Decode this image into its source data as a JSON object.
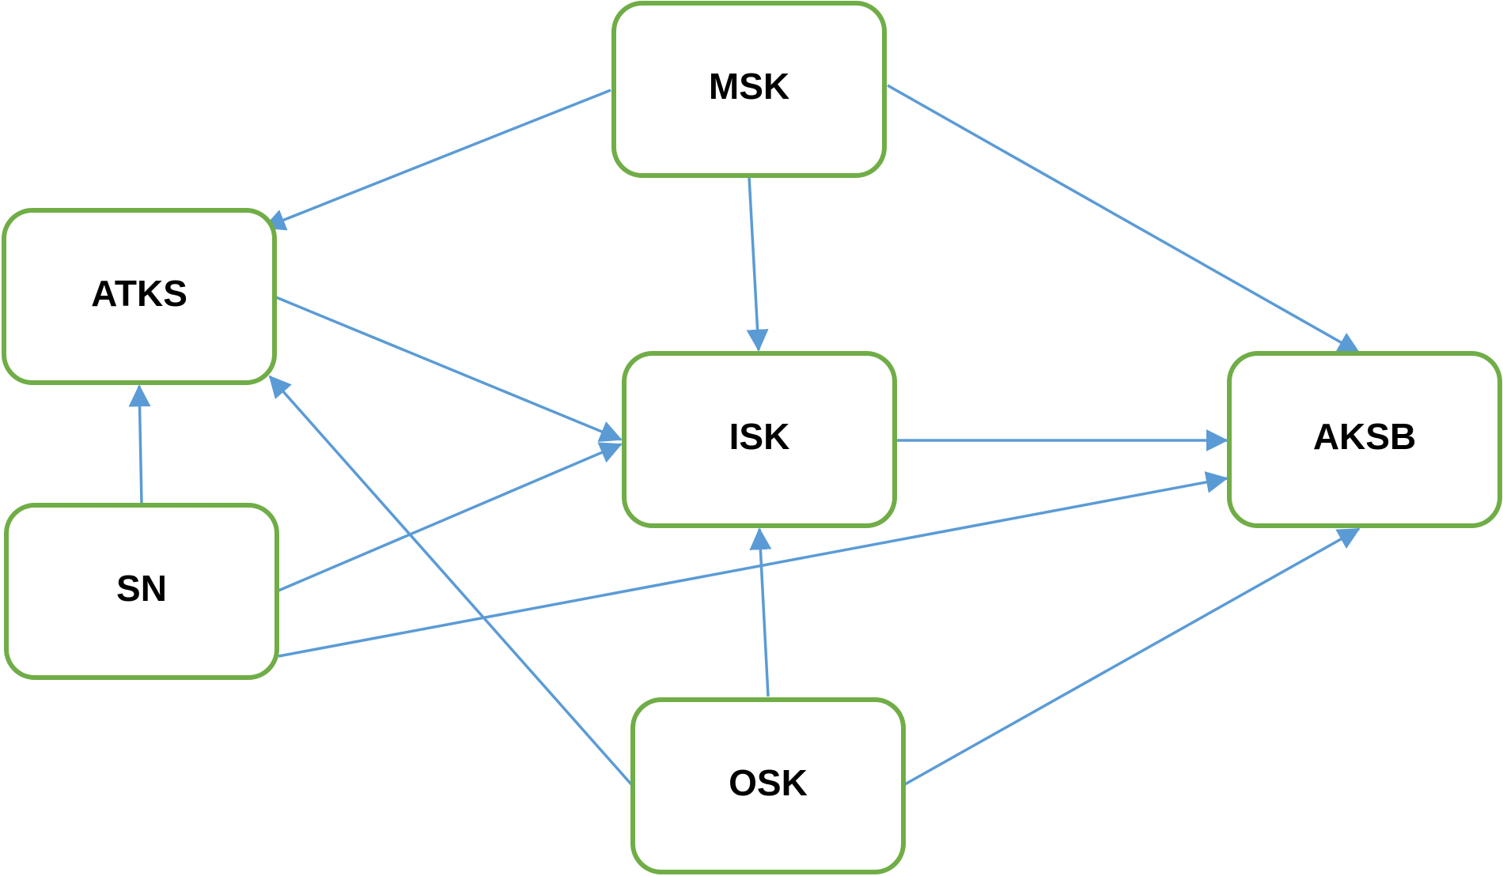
{
  "diagram": {
    "colors": {
      "node_border": "#70ad47",
      "edge": "#5b9bd5",
      "text": "#000000",
      "background": "#ffffff"
    },
    "nodes": [
      {
        "id": "msk",
        "label": "MSK"
      },
      {
        "id": "atks",
        "label": "ATKS"
      },
      {
        "id": "isk",
        "label": "ISK"
      },
      {
        "id": "aksb",
        "label": "AKSB"
      },
      {
        "id": "sn",
        "label": "SN"
      },
      {
        "id": "osk",
        "label": "OSK"
      }
    ],
    "edges": [
      {
        "from": "msk",
        "to": "atks"
      },
      {
        "from": "msk",
        "to": "isk"
      },
      {
        "from": "msk",
        "to": "aksb"
      },
      {
        "from": "atks",
        "to": "isk"
      },
      {
        "from": "isk",
        "to": "aksb"
      },
      {
        "from": "sn",
        "to": "atks"
      },
      {
        "from": "sn",
        "to": "isk"
      },
      {
        "from": "sn",
        "to": "aksb"
      },
      {
        "from": "osk",
        "to": "atks"
      },
      {
        "from": "osk",
        "to": "isk"
      },
      {
        "from": "osk",
        "to": "aksb"
      }
    ]
  }
}
